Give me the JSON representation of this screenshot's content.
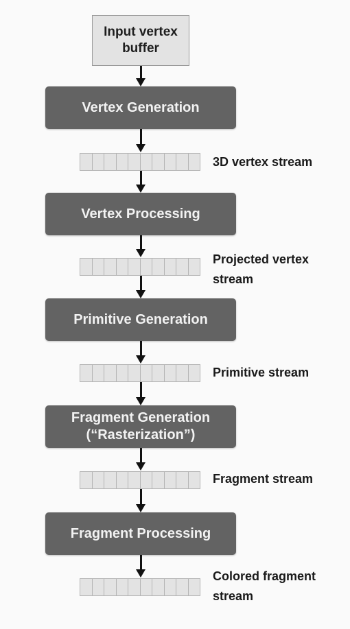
{
  "input": {
    "label": "Input vertex buffer"
  },
  "stages": [
    {
      "label": "Vertex Generation"
    },
    {
      "label": "Vertex Processing"
    },
    {
      "label": "Primitive Generation"
    },
    {
      "label": "Fragment Generation (“Rasterization”)"
    },
    {
      "label": "Fragment Processing"
    }
  ],
  "streams": [
    {
      "label": "3D vertex stream"
    },
    {
      "label": "Projected vertex stream"
    },
    {
      "label": "Primitive stream"
    },
    {
      "label": "Fragment stream"
    },
    {
      "label": "Colored fragment stream"
    }
  ],
  "colors": {
    "stage_fill": "#636363",
    "stage_text": "#f2f2f2",
    "input_fill": "#e3e3e3",
    "stream_fill": "#e3e3e3",
    "arrow": "#111111"
  }
}
